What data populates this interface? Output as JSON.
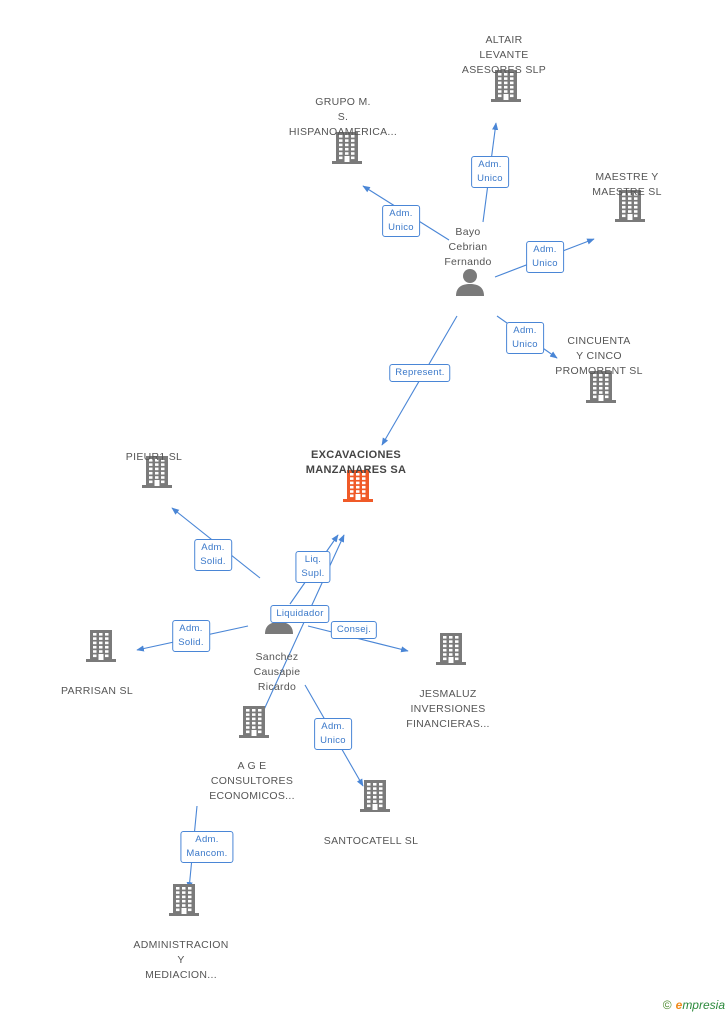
{
  "nodes": [
    {
      "id": "excavaciones",
      "kind": "company",
      "main": true,
      "label": [
        "EXCAVACIONES",
        "MANZANARES SA"
      ]
    },
    {
      "id": "altair",
      "kind": "company",
      "label": [
        "ALTAIR",
        "LEVANTE",
        "ASESORES SLP"
      ]
    },
    {
      "id": "grupo",
      "kind": "company",
      "label": [
        "GRUPO M.",
        "S.",
        "HISPANOAMERICA..."
      ]
    },
    {
      "id": "maestre",
      "kind": "company",
      "label": [
        "MAESTRE Y",
        "MAESTRE SL"
      ]
    },
    {
      "id": "cincuenta",
      "kind": "company",
      "label": [
        "CINCUENTA",
        "Y CINCO",
        "PROMORENT SL"
      ]
    },
    {
      "id": "bayo",
      "kind": "person",
      "label": [
        "Bayo",
        "Cebrian",
        "Fernando"
      ]
    },
    {
      "id": "pieur",
      "kind": "company",
      "label": [
        "PIEUR1 SL"
      ]
    },
    {
      "id": "parrisan",
      "kind": "company",
      "label": [
        "PARRISAN SL"
      ]
    },
    {
      "id": "sanchez",
      "kind": "person",
      "label": [
        "Sanchez",
        "Causapie",
        "Ricardo"
      ]
    },
    {
      "id": "jesmaluz",
      "kind": "company",
      "label": [
        "JESMALUZ",
        "INVERSIONES",
        "FINANCIERAS..."
      ]
    },
    {
      "id": "age",
      "kind": "company",
      "label": [
        "A G E",
        "CONSULTORES",
        "ECONOMICOS..."
      ]
    },
    {
      "id": "santocatell",
      "kind": "company",
      "label": [
        "SANTOCATELL SL"
      ]
    },
    {
      "id": "administracion",
      "kind": "company",
      "label": [
        "ADMINISTRACION",
        "Y",
        "MEDIACION..."
      ]
    }
  ],
  "edges": [
    {
      "from": "bayo",
      "to": "altair",
      "label": [
        "Adm.",
        "Unico"
      ]
    },
    {
      "from": "bayo",
      "to": "grupo",
      "label": [
        "Adm.",
        "Unico"
      ]
    },
    {
      "from": "bayo",
      "to": "maestre",
      "label": [
        "Adm.",
        "Unico"
      ]
    },
    {
      "from": "bayo",
      "to": "cincuenta",
      "label": [
        "Adm.",
        "Unico"
      ]
    },
    {
      "from": "bayo",
      "to": "excavaciones",
      "label": [
        "Represent."
      ]
    },
    {
      "from": "sanchez",
      "to": "pieur",
      "label": [
        "Adm.",
        "Solid."
      ]
    },
    {
      "from": "sanchez",
      "to": "excavaciones",
      "label": [
        "Liq.",
        "Supl."
      ]
    },
    {
      "from": "sanchez",
      "to": "excavaciones",
      "label": [
        "Liquidador"
      ]
    },
    {
      "from": "sanchez",
      "to": "parrisan",
      "label": [
        "Adm.",
        "Solid."
      ]
    },
    {
      "from": "sanchez",
      "to": "jesmaluz",
      "label": [
        "Consej."
      ]
    },
    {
      "from": "sanchez",
      "to": "santocatell",
      "label": [
        "Adm.",
        "Unico"
      ]
    },
    {
      "from": "age",
      "to": "administracion",
      "label": [
        "Adm.",
        "Mancom."
      ]
    }
  ],
  "colors": {
    "edge": "#4a86d6",
    "icon": "#7a7a7a",
    "main_icon": "#f05a28"
  },
  "branding": {
    "copyright": "©",
    "initial": "e",
    "name": "mpresia"
  }
}
